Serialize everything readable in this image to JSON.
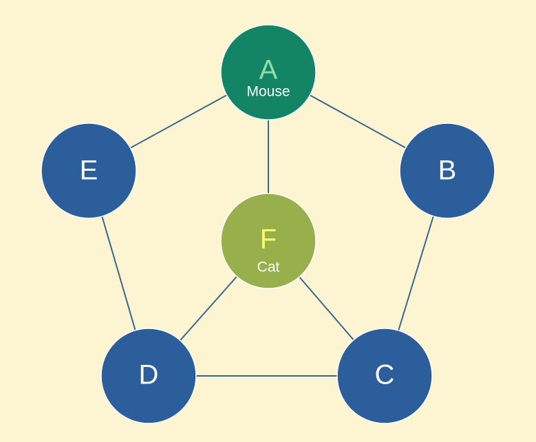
{
  "colors": {
    "background": "#FDF5D1",
    "default_node": "#2B5E9A",
    "mouse_node": "#138566",
    "cat_node": "#97B04C",
    "edge": "#3A6591",
    "default_letter": "#FFFFFF",
    "mouse_letter": "#8FE0A4",
    "cat_letter": "#FFFF66"
  },
  "nodes": {
    "A": {
      "letter": "A",
      "sublabel": "Mouse"
    },
    "B": {
      "letter": "B"
    },
    "C": {
      "letter": "C"
    },
    "D": {
      "letter": "D"
    },
    "E": {
      "letter": "E"
    },
    "F": {
      "letter": "F",
      "sublabel": "Cat"
    }
  },
  "edges": [
    [
      "A",
      "B"
    ],
    [
      "A",
      "E"
    ],
    [
      "A",
      "F"
    ],
    [
      "B",
      "C"
    ],
    [
      "E",
      "D"
    ],
    [
      "F",
      "D"
    ],
    [
      "F",
      "C"
    ],
    [
      "D",
      "C"
    ]
  ]
}
